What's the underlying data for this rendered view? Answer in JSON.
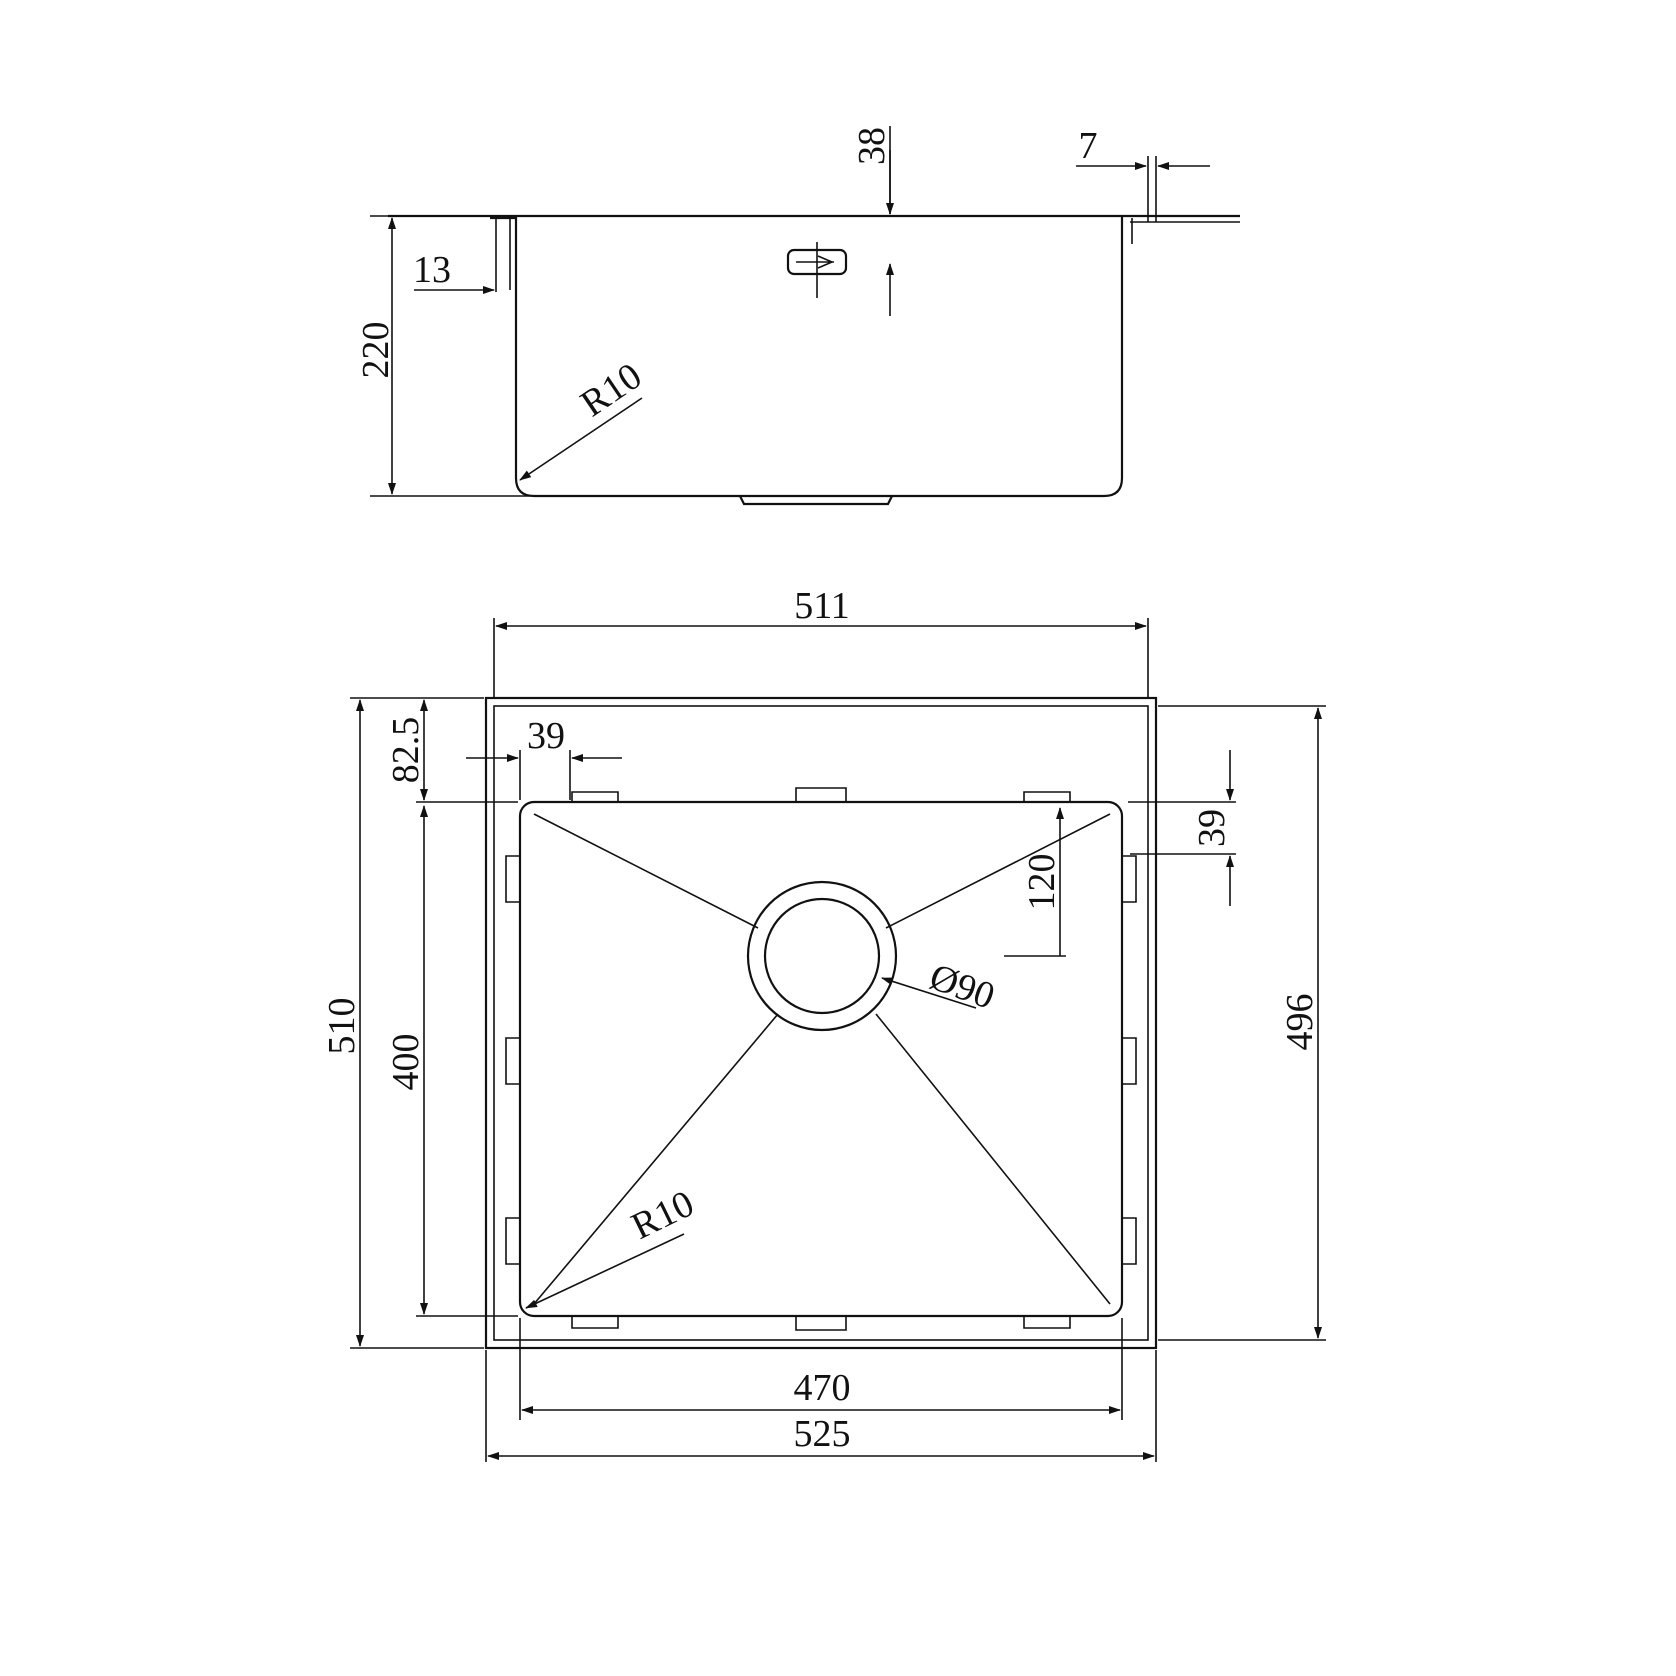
{
  "side_view": {
    "depth": "220",
    "top_offset": "38",
    "flange_thickness": "7",
    "lip": "13",
    "radius": "R10"
  },
  "top_view": {
    "outer_width": "511",
    "total_length": "510",
    "flange_offset": "82.5",
    "bowl_inset": "39",
    "bowl_depth": "400",
    "drain_offset": "120",
    "side_inset": "39",
    "drain_diameter": "Ø90",
    "outer_height": "496",
    "radius": "R10",
    "bowl_width": "470",
    "overall_width": "525"
  }
}
